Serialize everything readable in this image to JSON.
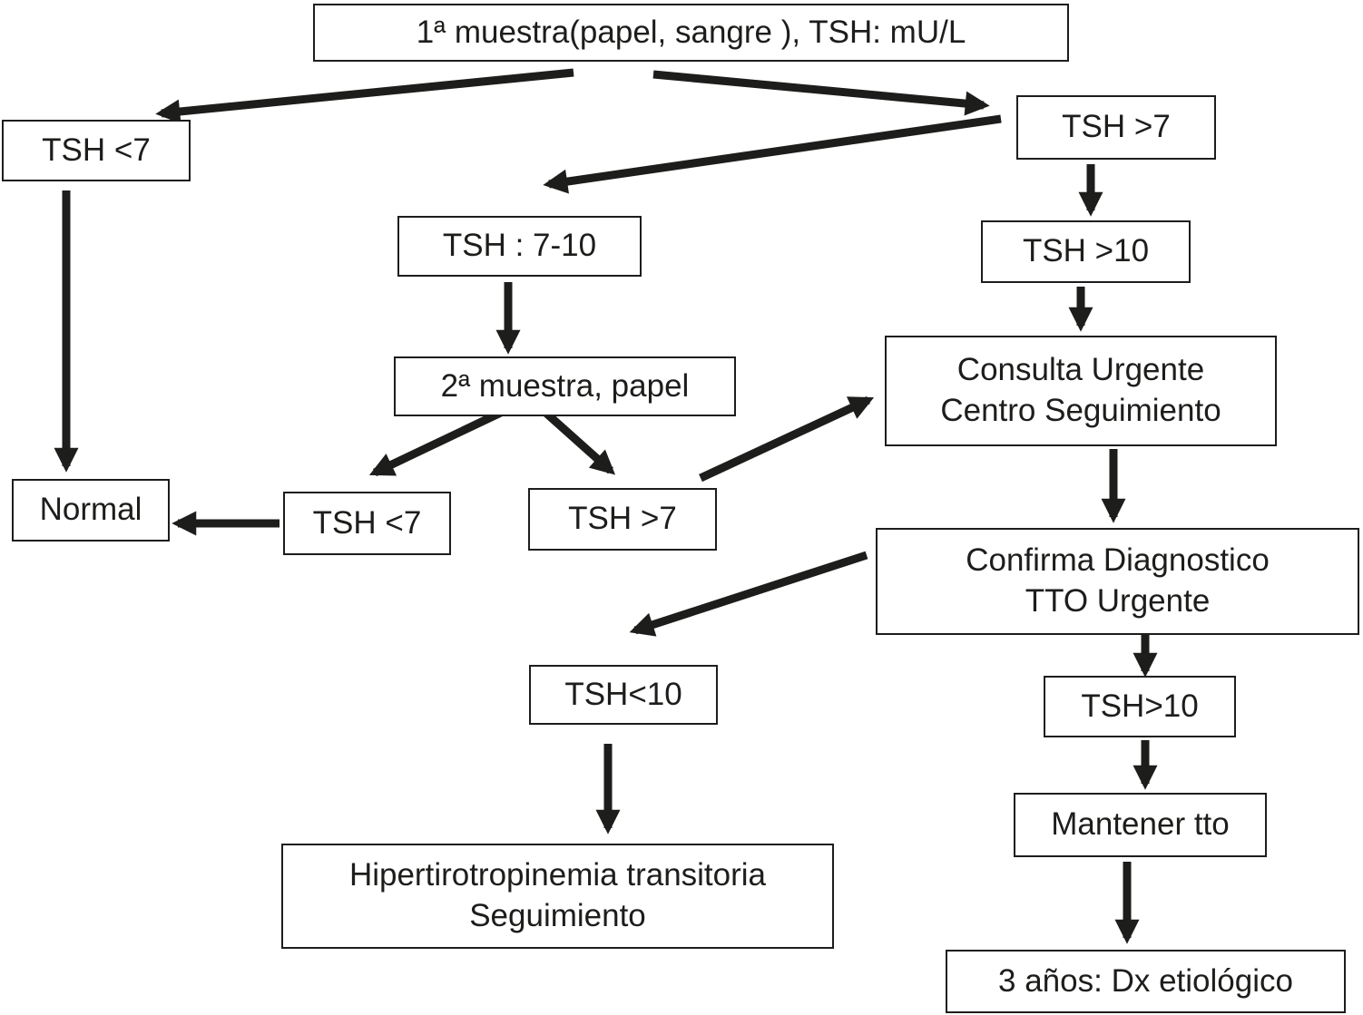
{
  "diagram": {
    "background_color": "#ffffff",
    "box_border_color": "#1d1d1b",
    "text_color": "#1d1d1b",
    "arrow_color": "#1d1d1b",
    "nodes": {
      "primera_muestra": {
        "label": "1ª muestra(papel, sangre ), TSH: mU/L"
      },
      "tsh_lt7_inicial": {
        "label": "TSH <7"
      },
      "tsh_gt7_inicial": {
        "label": "TSH >7"
      },
      "tsh_7_10": {
        "label": "TSH : 7-10"
      },
      "tsh_gt10_inicial": {
        "label": "TSH >10"
      },
      "consulta_urgente": {
        "label": "Consulta Urgente\nCentro Seguimiento"
      },
      "segunda_muestra": {
        "label": "2ª muestra, papel"
      },
      "normal": {
        "label": "Normal"
      },
      "tsh_lt7_segunda": {
        "label": "TSH <7"
      },
      "tsh_gt7_segunda": {
        "label": "TSH >7"
      },
      "confirma_diagnostico": {
        "label": "Confirma Diagnostico\nTTO Urgente"
      },
      "tsh_lt10": {
        "label": "TSH<10"
      },
      "tsh_gt10_control": {
        "label": "TSH>10"
      },
      "mantener_tto": {
        "label": "Mantener tto"
      },
      "hipertirotropinemia": {
        "label": "Hipertirotropinemia transitoria\nSeguimiento"
      },
      "dx_etiologico": {
        "label": "3 años: Dx etiológico"
      }
    },
    "edges": [
      {
        "from": "primera_muestra",
        "to": "tsh_lt7_inicial"
      },
      {
        "from": "primera_muestra",
        "to": "tsh_gt7_inicial"
      },
      {
        "from": "tsh_gt7_inicial",
        "to": "tsh_7_10"
      },
      {
        "from": "tsh_gt7_inicial",
        "to": "tsh_gt10_inicial"
      },
      {
        "from": "tsh_lt7_inicial",
        "to": "normal"
      },
      {
        "from": "tsh_7_10",
        "to": "segunda_muestra"
      },
      {
        "from": "segunda_muestra",
        "to": "tsh_lt7_segunda"
      },
      {
        "from": "segunda_muestra",
        "to": "tsh_gt7_segunda"
      },
      {
        "from": "tsh_lt7_segunda",
        "to": "normal"
      },
      {
        "from": "tsh_gt7_segunda",
        "to": "consulta_urgente"
      },
      {
        "from": "tsh_gt10_inicial",
        "to": "consulta_urgente"
      },
      {
        "from": "consulta_urgente",
        "to": "confirma_diagnostico"
      },
      {
        "from": "confirma_diagnostico",
        "to": "tsh_lt10"
      },
      {
        "from": "confirma_diagnostico",
        "to": "tsh_gt10_control"
      },
      {
        "from": "tsh_lt10",
        "to": "hipertirotropinemia"
      },
      {
        "from": "tsh_gt10_control",
        "to": "mantener_tto"
      },
      {
        "from": "mantener_tto",
        "to": "dx_etiologico"
      }
    ]
  }
}
